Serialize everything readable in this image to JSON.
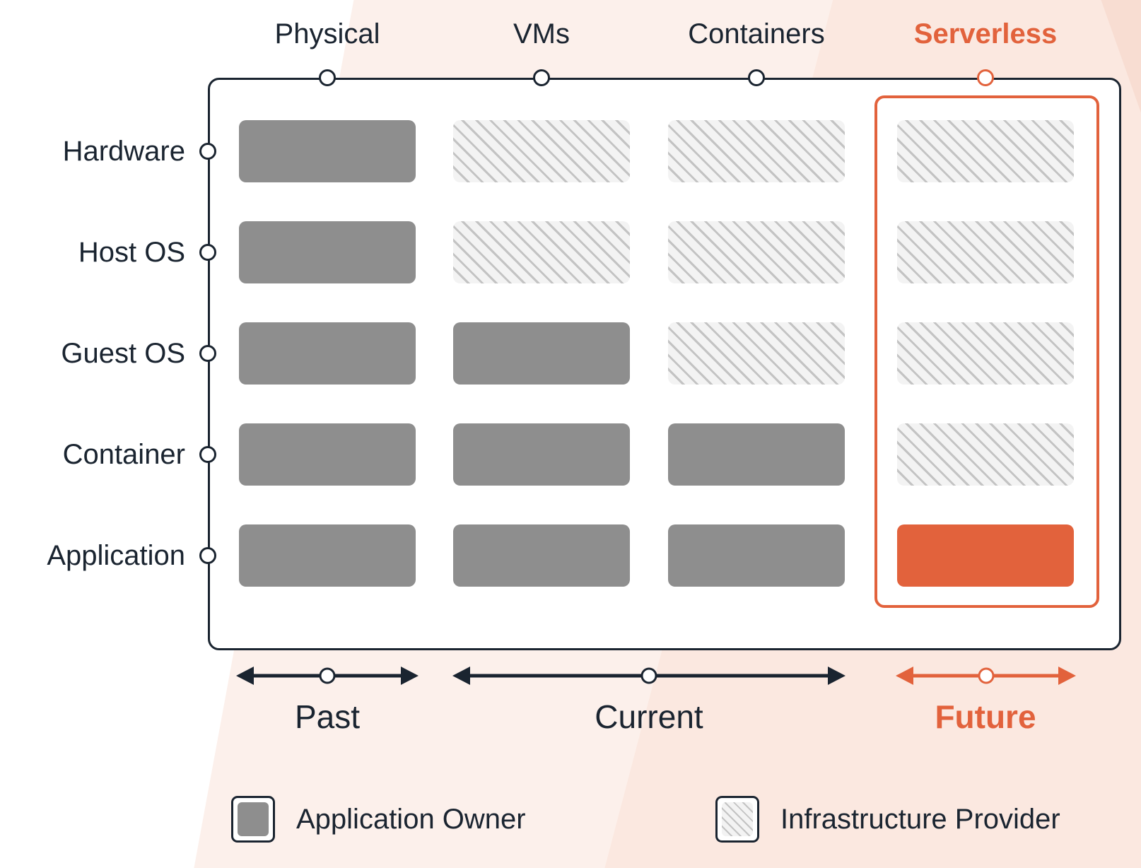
{
  "colors": {
    "ink": "#1a2430",
    "owner_gray": "#8e8e8e",
    "accent_orange": "#e2623c",
    "hatch_line": "#c3c3c3",
    "hatch_bg": "#f3f3f3",
    "background_peach_light": "#fcf0eb",
    "background_peach_deep": "#fbe8e0",
    "background_peach_corner": "#f8ddd2"
  },
  "columns": [
    {
      "label": "Physical",
      "accent": false
    },
    {
      "label": "VMs",
      "accent": false
    },
    {
      "label": "Containers",
      "accent": false
    },
    {
      "label": "Serverless",
      "accent": true
    }
  ],
  "rows": [
    {
      "label": "Hardware"
    },
    {
      "label": "Host OS"
    },
    {
      "label": "Guest OS"
    },
    {
      "label": "Container"
    },
    {
      "label": "Application"
    }
  ],
  "matrix": [
    [
      "owner",
      "provider",
      "provider",
      "provider"
    ],
    [
      "owner",
      "provider",
      "provider",
      "provider"
    ],
    [
      "owner",
      "owner",
      "provider",
      "provider"
    ],
    [
      "owner",
      "owner",
      "owner",
      "provider"
    ],
    [
      "owner",
      "owner",
      "owner",
      "owner_accent"
    ]
  ],
  "timeline": [
    {
      "label": "Past",
      "accent": false,
      "columns": [
        "Physical"
      ]
    },
    {
      "label": "Current",
      "accent": false,
      "columns": [
        "VMs",
        "Containers"
      ]
    },
    {
      "label": "Future",
      "accent": true,
      "columns": [
        "Serverless"
      ]
    }
  ],
  "legend": [
    {
      "label": "Application Owner",
      "swatch": "owner"
    },
    {
      "label": "Infrastructure Provider",
      "swatch": "provider"
    }
  ]
}
